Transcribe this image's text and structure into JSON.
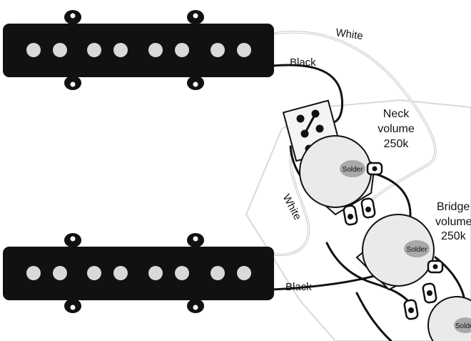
{
  "wires": {
    "pickup1_white": "White",
    "pickup1_black": "Black",
    "pickup2_white": "White",
    "pickup2_black": "Black"
  },
  "pots": {
    "neck": {
      "line1": "Neck",
      "line2": "volume",
      "line3": "250k",
      "solder": "Solder"
    },
    "bridge": {
      "line1": "Bridge",
      "line2": "volume",
      "line3": "250k",
      "solder": "Solder"
    },
    "tone": {
      "solder": "Solder"
    }
  },
  "colors": {
    "pickup_body": "#111111",
    "pole_piece": "#d9d9d9",
    "white_wire": "#cfcfcf",
    "black_wire": "#111111",
    "pot_body": "#e9e9e9",
    "solder_blob": "#a9a9a9",
    "control_plate_outline": "#d6d6d6"
  }
}
